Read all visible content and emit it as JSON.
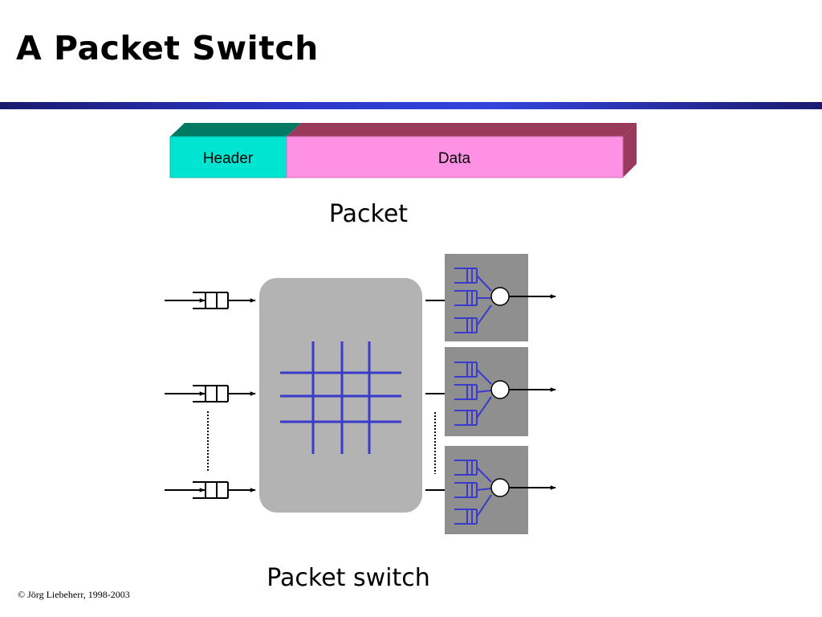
{
  "title": "A Packet Switch",
  "packet": {
    "header_label": "Header",
    "data_label": "Data",
    "caption": "Packet"
  },
  "switch": {
    "caption": "Packet switch"
  },
  "footer": "© Jörg Liebeherr, 1998-2003",
  "colors": {
    "title_bar": "#2a36c8",
    "header_face": "#00e5d2",
    "header_top": "#007a63",
    "data_face": "#ff91e4",
    "data_top": "#993a5a",
    "switch_fabric": "#b3b3b3",
    "crossbar": "#3a3acb",
    "output_port": "#8f8f8f"
  }
}
